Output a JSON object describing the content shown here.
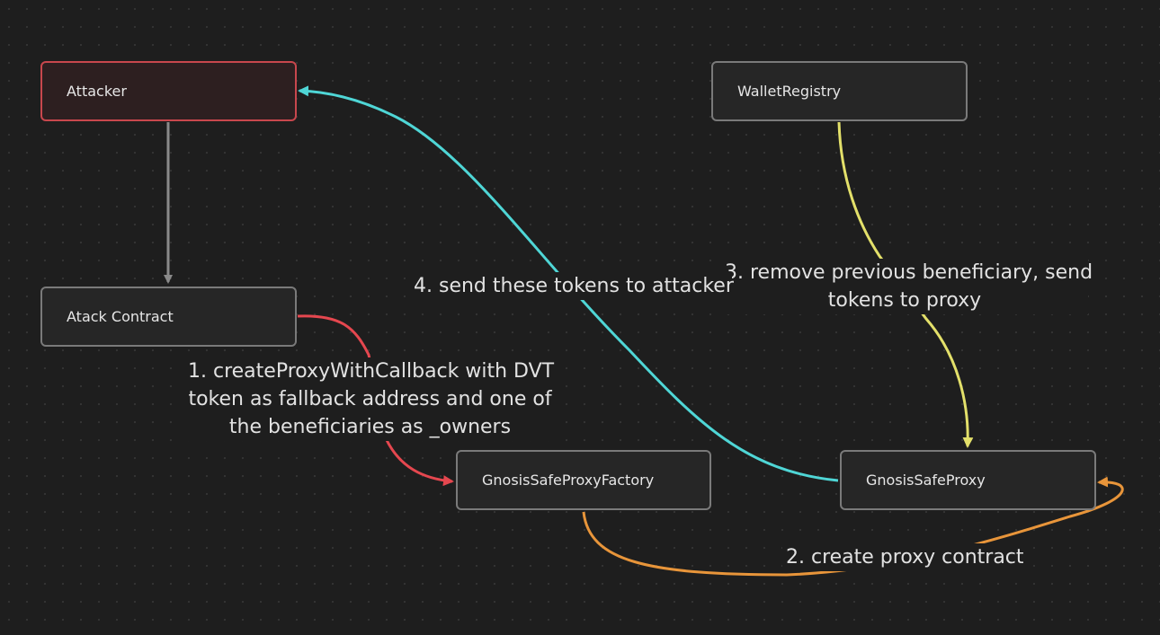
{
  "nodes": {
    "attacker": "Attacker",
    "attack_contract": "Atack Contract",
    "wallet_registry": "WalletRegistry",
    "proxy_factory": "GnosisSafeProxyFactory",
    "safe_proxy": "GnosisSafeProxy"
  },
  "edges": {
    "step1": {
      "line1": "1. createProxyWithCallback with DVT",
      "line2": "token as fallback address and one of",
      "line3": "the beneficiaries as _owners"
    },
    "step2": "2. create proxy contract",
    "step3": {
      "line1": "3. remove previous beneficiary, send",
      "line2": "tokens to proxy"
    },
    "step4": "4. send these tokens to attacker"
  },
  "colors": {
    "background": "#1e1e1e",
    "node_border": "#7a7a7a",
    "attacker_border": "#c8474d",
    "edge_gray": "#8a8a8a",
    "edge_red": "#e5474f",
    "edge_orange": "#e8953a",
    "edge_yellow": "#e3e06a",
    "edge_cyan": "#4fd6d6"
  }
}
